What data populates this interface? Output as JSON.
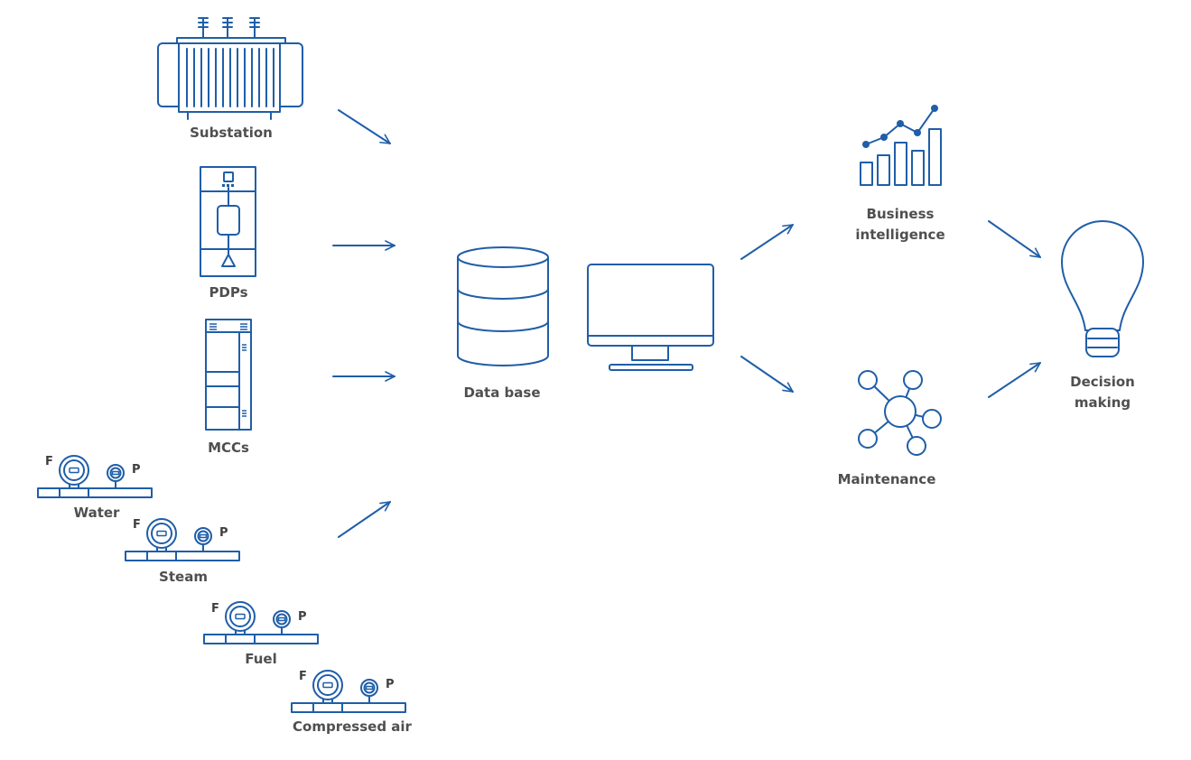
{
  "theme": {
    "stroke": "#1f5ea8",
    "label": "#4f4f4f"
  },
  "labels": {
    "substation": "Substation",
    "pdps": "PDPs",
    "mccs": "MCCs",
    "water": "Water",
    "steam": "Steam",
    "fuel": "Fuel",
    "compressed_air": "Compressed air",
    "data_base": "Data base",
    "business_intelligence": [
      "Business",
      "intelligence"
    ],
    "maintenance": "Maintenance",
    "decision_making": [
      "Decision",
      "making"
    ]
  },
  "meter_letters": {
    "flow": "F",
    "pressure": "P"
  },
  "icons": [
    "transformer-icon",
    "pdp-cabinet-icon",
    "mcc-cabinet-icon",
    "flow-pressure-meter-icon",
    "database-icon",
    "monitor-icon",
    "bar-line-chart-icon",
    "network-nodes-icon",
    "light-bulb-icon",
    "arrow-icon"
  ]
}
